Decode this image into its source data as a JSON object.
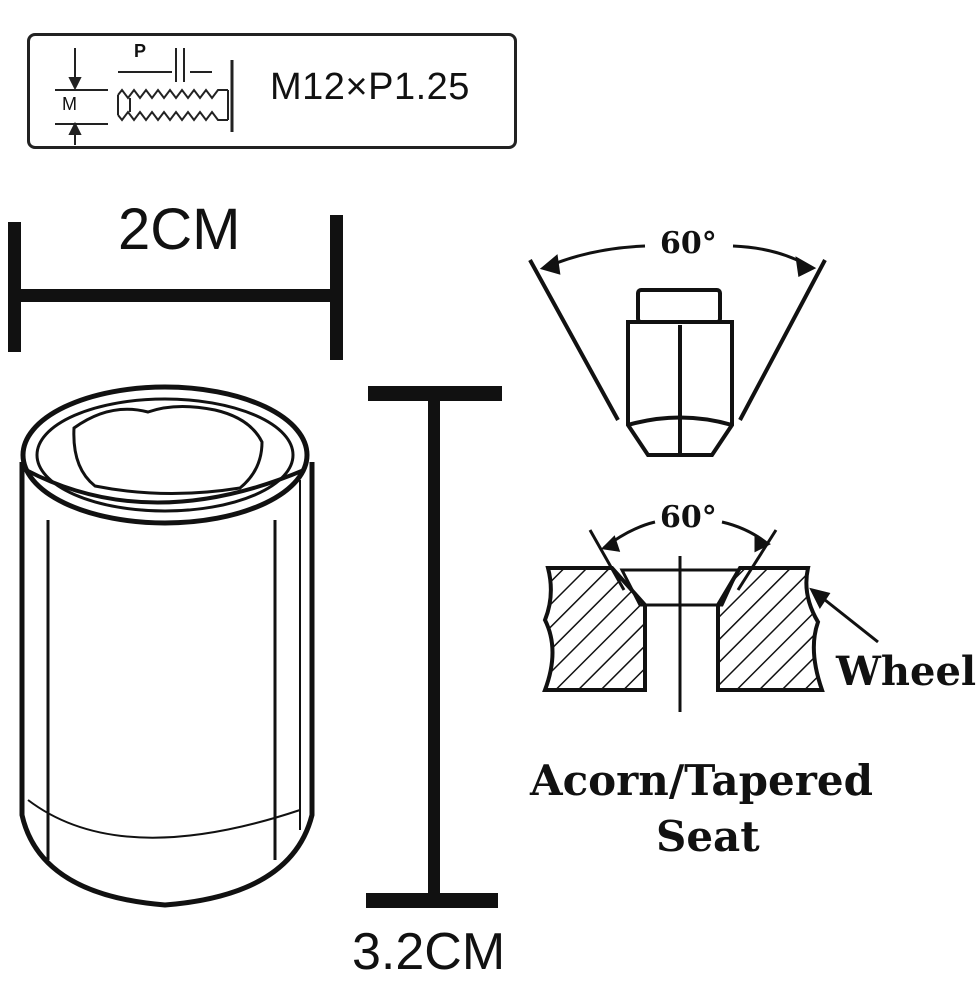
{
  "spec": {
    "thread_label": "M12×P1.25",
    "pitch_symbol": "P",
    "diameter_symbol": "M"
  },
  "dimensions": {
    "width_label": "2CM",
    "height_label": "3.2CM"
  },
  "seat": {
    "nut_angle": "60°",
    "wheel_angle": "60°",
    "wheel_label": "Wheel",
    "seat_line1": "Acorn/Tapered",
    "seat_line2": "Seat"
  },
  "icons": [
    "thread-pitch-icon",
    "lug-nut-icon",
    "acorn-nut-icon",
    "wheel-seat-icon"
  ]
}
